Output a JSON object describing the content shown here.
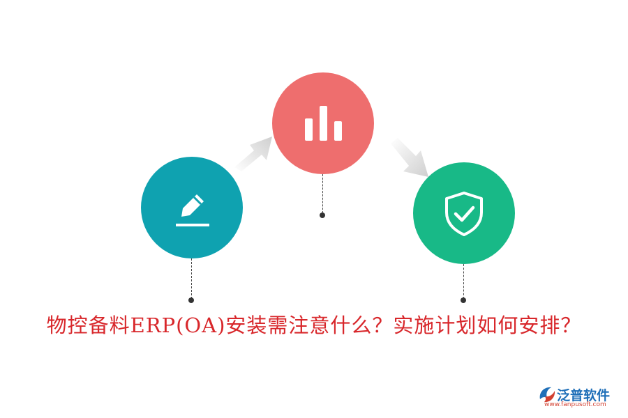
{
  "headline": "物控备料ERP(OA)安装需注意什么？实施计划如何安排？",
  "brand": {
    "name": "泛普软件",
    "url": "www.fanpusoft.com"
  },
  "icons": {
    "left": "pencil-icon",
    "middle": "bar-chart-icon",
    "right": "shield-check-icon"
  },
  "colors": {
    "left_circle": "#0fa2b0",
    "middle_circle": "#ee6e6e",
    "right_circle": "#18b987",
    "arrow": "#d9d9d9",
    "headline": "#d8272b",
    "brand_blue": "#1f6fb8",
    "brand_red": "#d23f2f"
  }
}
